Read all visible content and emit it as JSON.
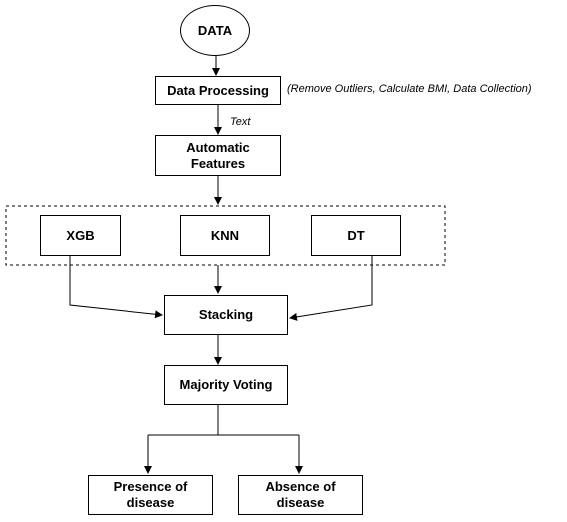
{
  "nodes": {
    "data": "DATA",
    "processing": "Data Processing",
    "features_line1": "Automatic",
    "features_line2": "Features",
    "xgb": "XGB",
    "knn": "KNN",
    "dt": "DT",
    "stacking": "Stacking",
    "voting": "Majority Voting",
    "presence_line1": "Presence of",
    "presence_line2": "disease",
    "absence_line1": "Absence of",
    "absence_line2": "disease"
  },
  "annotations": {
    "processing_note": "(Remove Outliers, Calculate BMI, Data Collection)",
    "edge_text": "Text"
  },
  "colors": {
    "stroke": "#000000",
    "fill": "#ffffff"
  }
}
